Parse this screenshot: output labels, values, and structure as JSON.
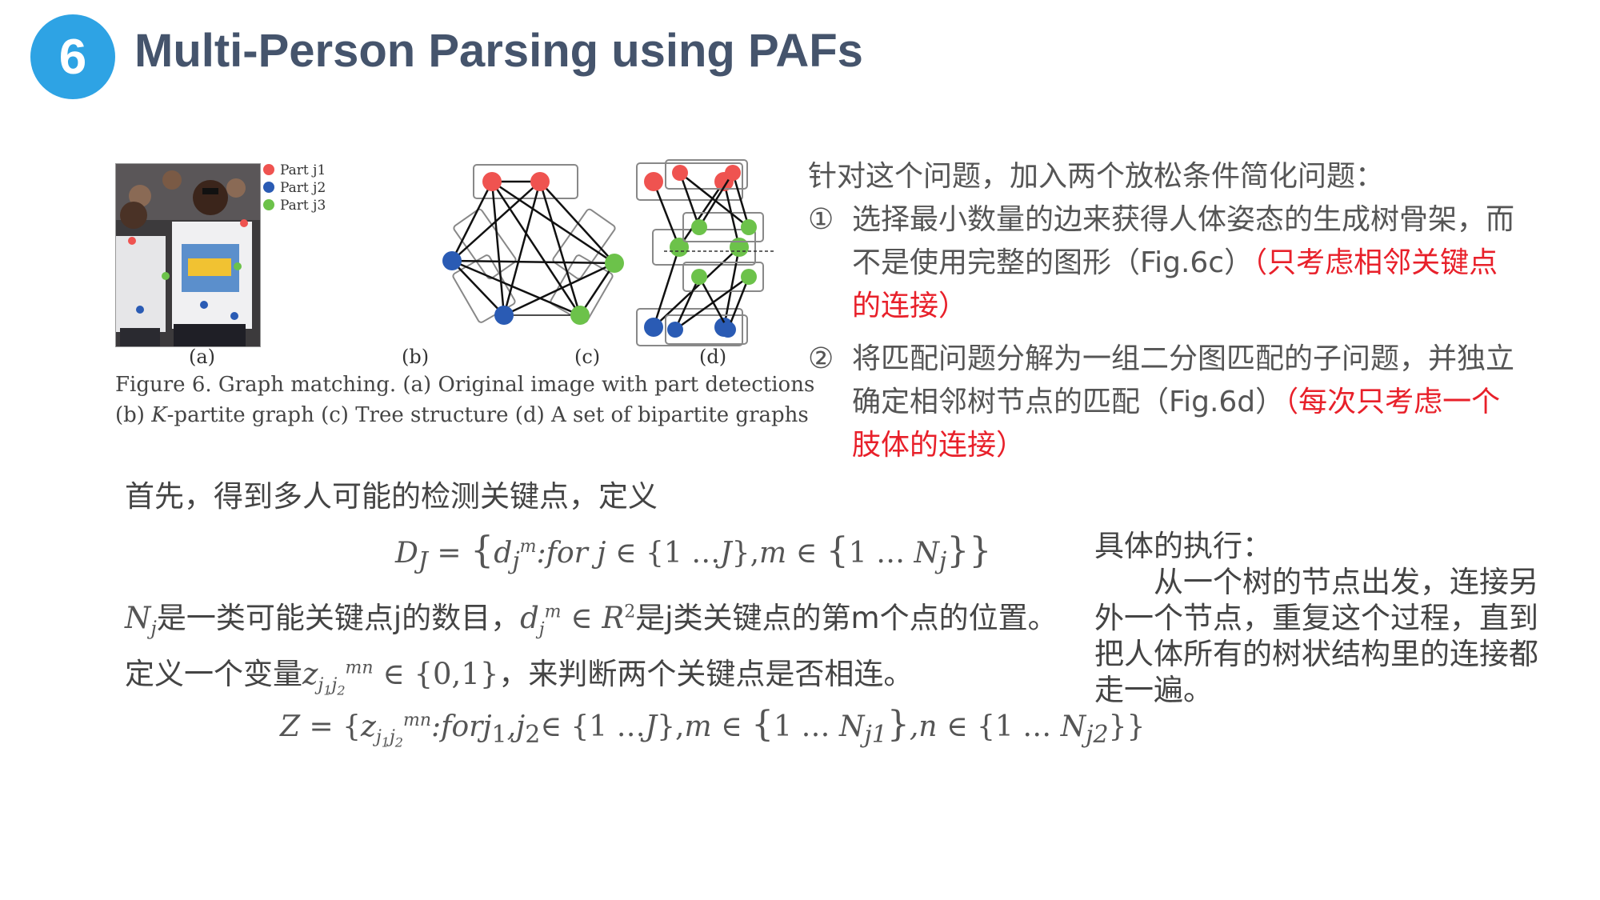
{
  "header": {
    "number": "6",
    "title": "Multi-Person Parsing using PAFs"
  },
  "figure": {
    "legend": [
      "Part j1",
      "Part j2",
      "Part j3"
    ],
    "labels": [
      "(a)",
      "(b)",
      "(c)",
      "(d)"
    ],
    "caption_line1": "Figure 6. Graph matching. (a) Original image with part detections",
    "caption_line2_prefix": "(b) ",
    "caption_line2_k": "K",
    "caption_line2_rest": "-partite graph (c) Tree structure (d) A set of bipartite graphs",
    "colors": {
      "part1": "#ef5350",
      "part2": "#2a5bb4",
      "part3": "#6cc24a"
    }
  },
  "right": {
    "intro": "针对这个问题，加入两个放松条件简化问题：",
    "item1_mark": "①",
    "item1_line1": "选择最小数量的边来获得人体姿态的生成树骨架，而",
    "item1_line2": "不是使用完整的图形（Fig.6c）",
    "item1_red_a": "（只考虑相邻关键点",
    "item1_red_b": "的连接）",
    "item2_mark": "②",
    "item2_line1": "将匹配问题分解为一组二分图匹配的子问题，并独立",
    "item2_line2": "确定相邻树节点的匹配（Fig.6d）",
    "item2_red_a": "（每次只考虑一个",
    "item2_red_b": "肢体的连接）"
  },
  "body": {
    "first": "首先，得到多人可能的检测关键点，定义",
    "nj_desc_1": "是一类可能关键点j的数目，",
    "nj_desc_2": "是j类关键点的第m个点的位置。",
    "var_desc_1": "定义一个变量",
    "var_desc_2": "，来判断两个关键点是否相连。"
  },
  "exec": {
    "heading": "具体的执行：",
    "line1": "从一个树的节点出发，连接另",
    "line2": "外一个节点，重复这个过程，直到",
    "line3": "把人体所有的树状结构里的连接都",
    "line4": "走一遍。"
  }
}
